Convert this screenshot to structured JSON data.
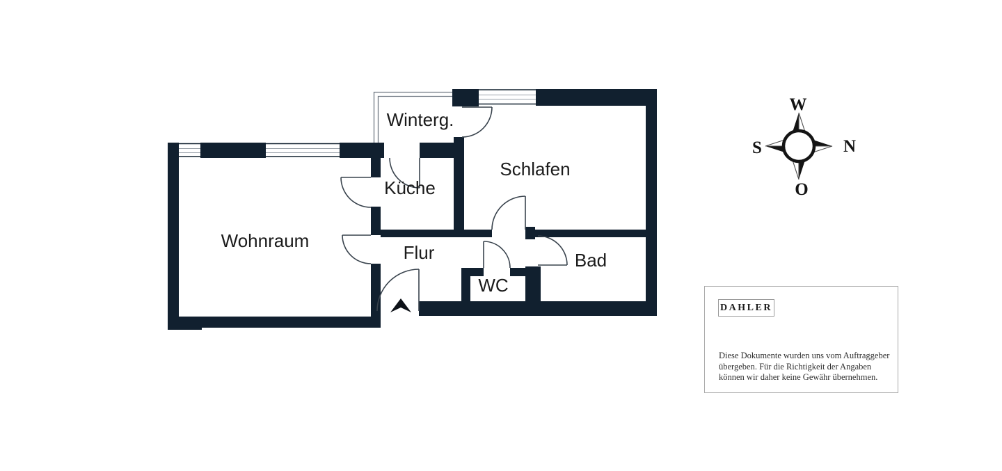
{
  "floorplan": {
    "title_hint": "apartment floor plan",
    "wall_color": "#11202f",
    "door_line_color": "#39434d",
    "window_line_color": "#9aa1a9",
    "rooms": {
      "wintergarten": "Winterg.",
      "schlafen": "Schlafen",
      "kueche": "Küche",
      "wohnraum": "Wohnraum",
      "flur": "Flur",
      "wc": "WC",
      "bad": "Bad"
    }
  },
  "compass": {
    "top": "W",
    "right": "N",
    "bottom": "O",
    "left": "S"
  },
  "branding": {
    "logo": "DAHLER",
    "disclaimer_lines": [
      "Diese Dokumente wurden uns vom Auftraggeber",
      "übergeben. Für die Richtigkeit der Angaben",
      "können wir daher keine Gewähr übernehmen."
    ]
  }
}
